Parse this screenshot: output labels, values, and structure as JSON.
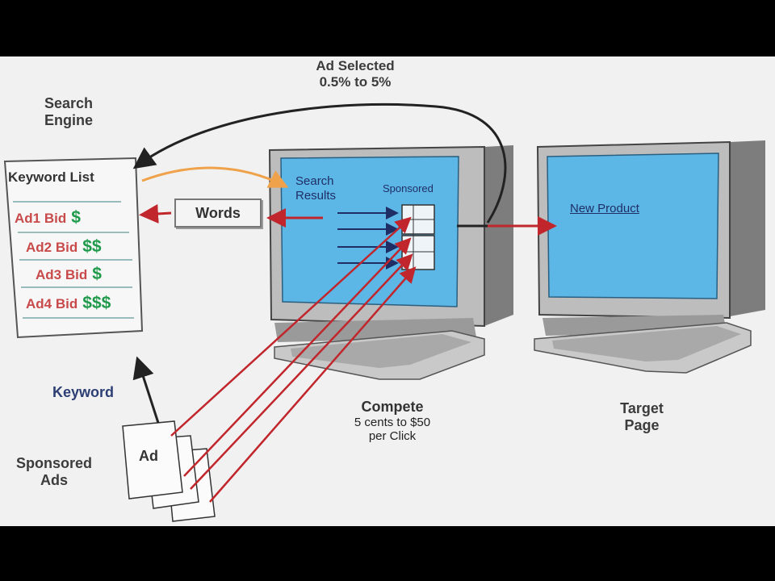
{
  "title_label": {
    "line1": "Ad Selected",
    "line2": "0.5% to 5%"
  },
  "search_engine_label": {
    "line1": "Search",
    "line2": "Engine"
  },
  "keyword_list": {
    "title": "Keyword List",
    "rows": [
      {
        "ad": "Ad1 Bid",
        "amount": "$"
      },
      {
        "ad": "Ad2 Bid",
        "amount": "$$"
      },
      {
        "ad": "Ad3 Bid",
        "amount": "$"
      },
      {
        "ad": "Ad4 Bid",
        "amount": "$$$"
      }
    ]
  },
  "words_label": "Words",
  "screen1": {
    "search_results_line1": "Search",
    "search_results_line2": "Results",
    "sponsored": "Sponsored"
  },
  "screen2": {
    "link_text": "New Product"
  },
  "keyword_label": "Keyword",
  "sponsored_ads_label": {
    "line1": "Sponsored",
    "line2": "Ads"
  },
  "ad_card_label": "Ad",
  "compete_label": {
    "title": "Compete",
    "line1": "5 cents to $50",
    "line2": "per Click"
  },
  "target_label": {
    "line1": "Target",
    "line2": "Page"
  },
  "colors": {
    "screen_blue": "#5cb6e6",
    "arrow_red": "#c0262b",
    "arrow_orange": "#f0a24a",
    "bid_red": "#c94a4a",
    "bid_green": "#1f9a4b",
    "label_navy": "#2c3e73"
  }
}
